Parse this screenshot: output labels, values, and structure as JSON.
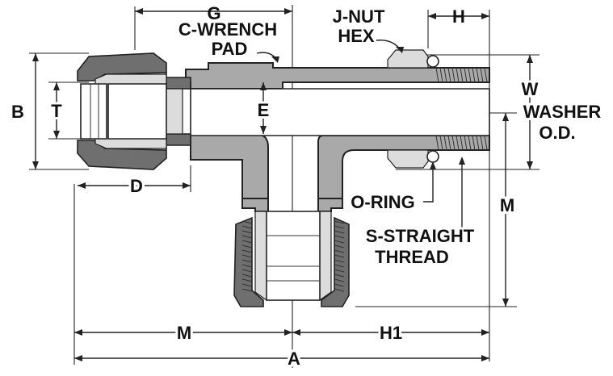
{
  "labels": {
    "g": "G",
    "c_wrench_1": "C-WRENCH",
    "c_wrench_2": "PAD",
    "j_nut_1": "J-NUT",
    "j_nut_2": "HEX",
    "h": "H",
    "b": "B",
    "t": "T",
    "e": "E",
    "w": "W",
    "washer_1": "WASHER",
    "washer_2": "O.D.",
    "d": "D",
    "o_ring": "O-RING",
    "m_right": "M",
    "s_straight_1": "S-STRAIGHT",
    "s_straight_2": "THREAD",
    "m_bottom": "M",
    "h1": "H1",
    "a": "A"
  }
}
